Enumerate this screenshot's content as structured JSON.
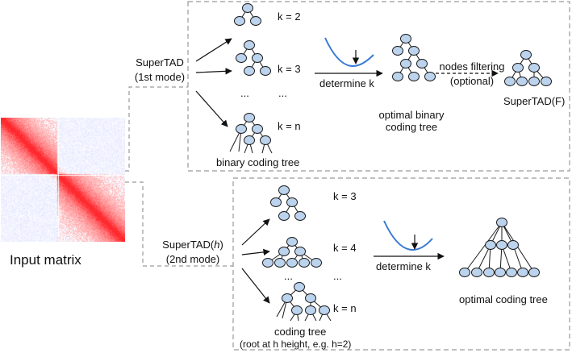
{
  "input_matrix": {
    "label": "Input matrix"
  },
  "mode1": {
    "name": "SuperTAD",
    "mode": "(1st mode)",
    "k_labels": [
      "k = 2",
      "k = 3",
      "k = n"
    ],
    "ellipsis": "...",
    "ellipsis2": "...",
    "determine": "determine k",
    "tree_caption": "binary coding tree",
    "optimal_line1": "optimal binary",
    "optimal_line2": "coding tree",
    "filter_line1": "nodes filtering",
    "filter_line2": "(optional)",
    "result": "SuperTAD(F)"
  },
  "mode2": {
    "name_prefix": "SuperTAD(",
    "name_param": "h",
    "name_suffix": ")",
    "mode": "(2nd mode)",
    "k_labels": [
      "k = 3",
      "k = 4",
      "k = n"
    ],
    "ellipsis": "...",
    "ellipsis2": "...",
    "determine": "determine k",
    "tree_caption": "coding tree",
    "root_note": "(root at h height, e.g. h=2)",
    "optimal": "optimal coding tree"
  },
  "colors": {
    "node_fill": "#bcd3ee",
    "node_stroke": "#1a1a1a",
    "curve": "#3a7bd5",
    "box_border": "#9a9a9a",
    "heat_strong": "#e8202a",
    "heat_weak": "#9aa6d8"
  }
}
